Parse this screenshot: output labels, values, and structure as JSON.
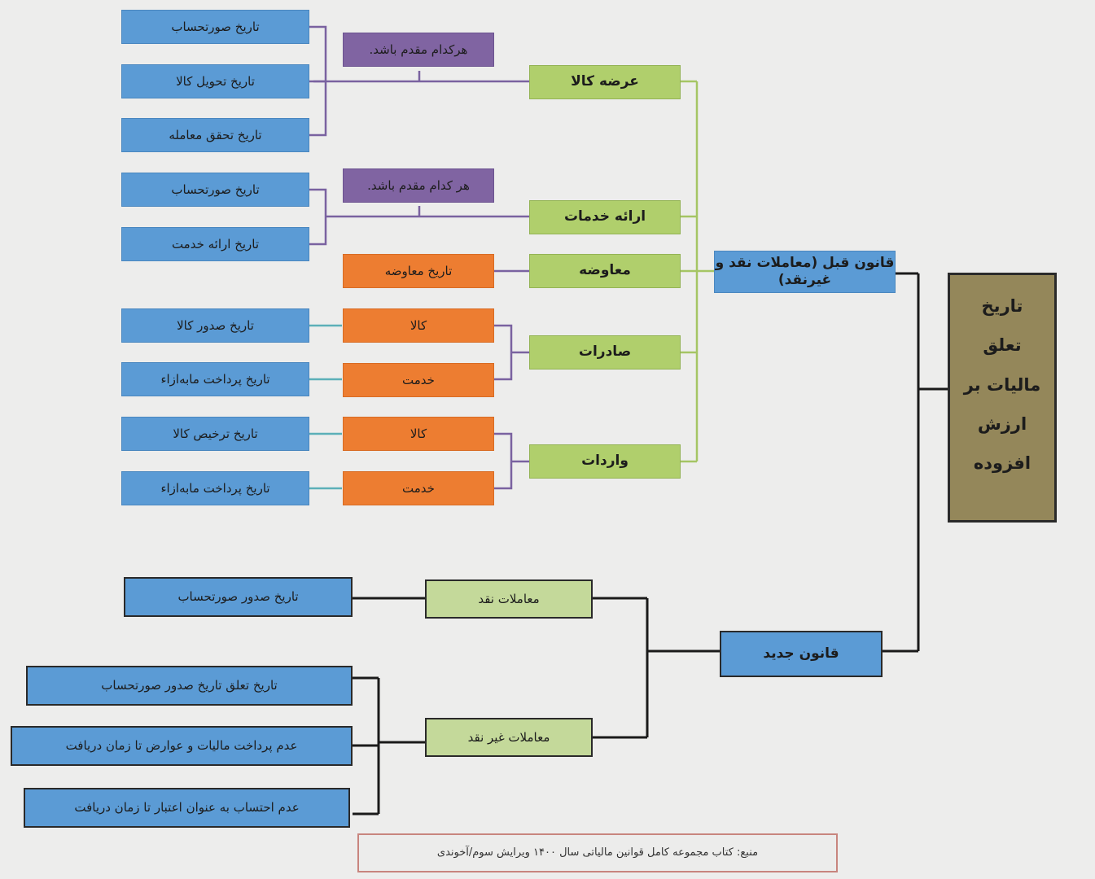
{
  "root": "تاریخ تعلق مالیات بر ارزش افزوده",
  "old_law": "قانون قبل (معاملات نقد و غیرنقد)",
  "new_law": "قانون جدید",
  "old_branches": {
    "supply_goods": {
      "label": "عرضه کالا",
      "note": "هرکدام مقدم باشد.",
      "items": [
        "تاریخ صورتحساب",
        "تاریخ تحویل کالا",
        "تاریخ تحقق معامله"
      ]
    },
    "services": {
      "label": "ارائه خدمات",
      "note": "هر کدام مقدم باشد.",
      "items": [
        "تاریخ صورتحساب",
        "تاریخ ارائه خدمت"
      ]
    },
    "barter": {
      "label": "معاوضه",
      "item": "تاریخ معاوضه"
    },
    "exports": {
      "label": "صادرات",
      "goods": "کالا",
      "goods_date": "تاریخ صدور کالا",
      "service": "خدمت",
      "service_date": "تاریخ پرداخت مابه‌ازاء"
    },
    "imports": {
      "label": "واردات",
      "goods": "کالا",
      "goods_date": "تاریخ ترخیص کالا",
      "service": "خدمت",
      "service_date": "تاریخ پرداخت مابه‌ازاء"
    }
  },
  "new_branches": {
    "cash": {
      "label": "معاملات نقد",
      "item": "تاریخ صدور صورتحساب"
    },
    "noncash": {
      "label": "معاملات غیر نقد",
      "items": [
        "تاریخ تعلق تاریخ صدور صورتحساب",
        "عدم پرداخت مالیات و عوارض تا زمان دریافت",
        "عدم احتساب به عنوان اعتبار تا زمان دریافت"
      ]
    }
  },
  "source": "منبع: کتاب مجموعه کامل قوانین مالیاتی سال ۱۴۰۰ ویرایش سوم/آخوندی",
  "colors": {
    "blue": "#5b9bd5",
    "purple": "#8064a2",
    "orange": "#ed7d31",
    "green": "#b0cf6c",
    "olive": "#94875a"
  }
}
